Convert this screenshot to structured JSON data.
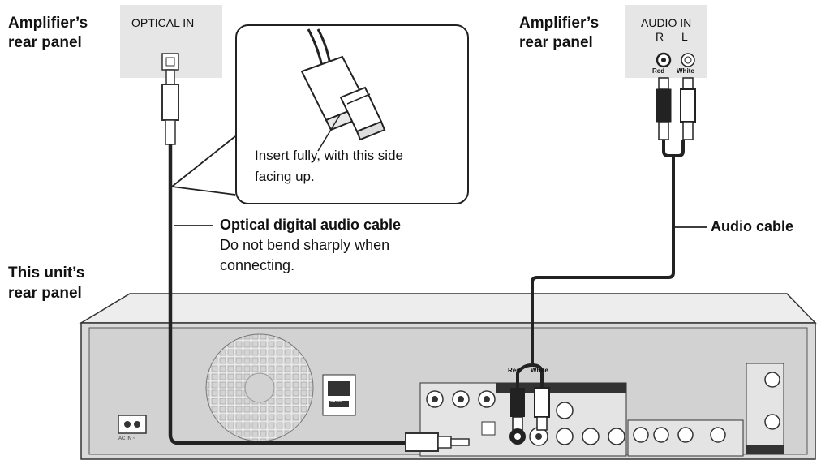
{
  "labels": {
    "amp_left": [
      "Amplifier’s",
      "rear panel"
    ],
    "amp_right": [
      "Amplifier’s",
      "rear panel"
    ],
    "unit": [
      "This unit’s",
      "rear panel"
    ],
    "optical_in": "OPTICAL IN",
    "audio_in": "AUDIO IN",
    "r": "R",
    "l": "L",
    "red": "Red",
    "white": "White",
    "callout": [
      "Insert fully, with this side",
      "facing up."
    ],
    "optical_cable_title": "Optical digital audio cable",
    "optical_cable_note": [
      "Do not bend sharply when",
      "connecting."
    ],
    "audio_cable": "Audio cable",
    "red2": "Red",
    "white2": "White",
    "hdmi": "HDMI",
    "ac_in": "AC IN ~"
  }
}
